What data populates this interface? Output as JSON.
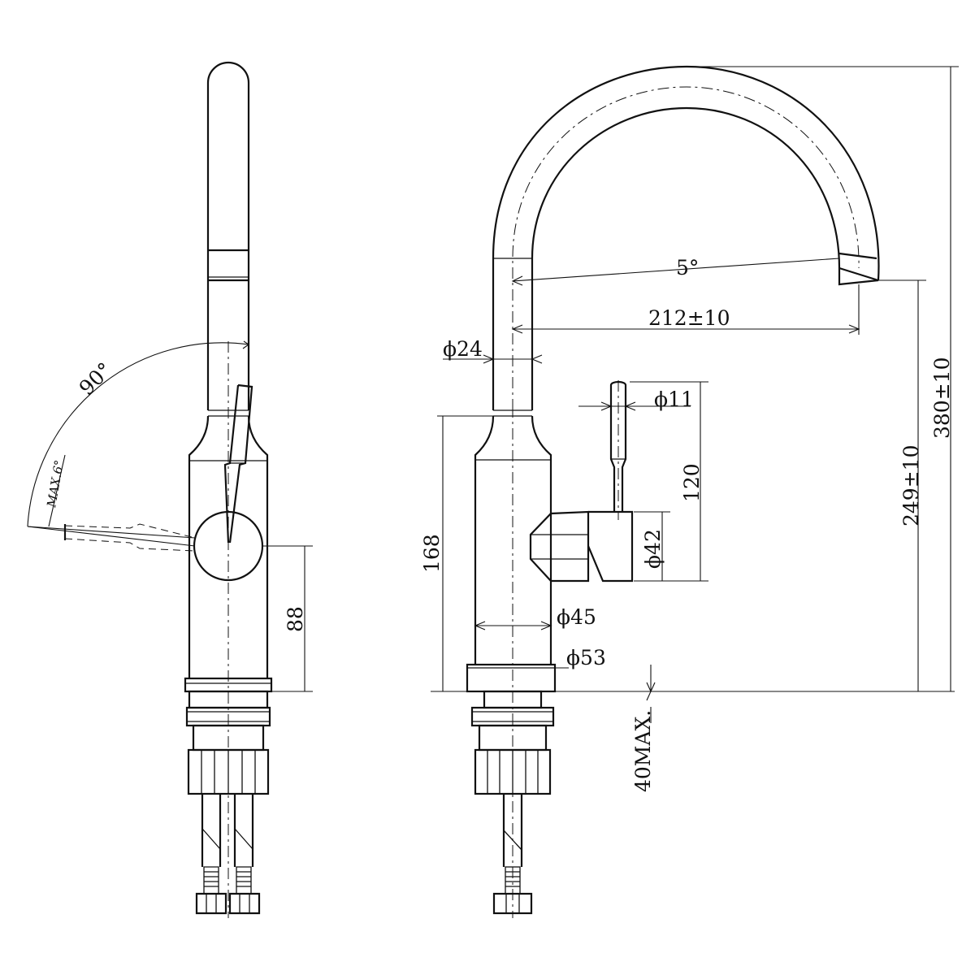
{
  "labels": {
    "handle_swing_angle": "90°",
    "max_angle": "MAX.6°",
    "handle_height": "88",
    "spout_tilt": "5°",
    "spout_reach": "212±10",
    "spout_diameter": "ϕ24",
    "lever_diameter": "ϕ11",
    "lever_height": "120",
    "body_height": "168",
    "spout_height": "249±10",
    "total_height": "380±10",
    "cartridge_diameter": "ϕ42",
    "body_diameter": "ϕ45",
    "base_diameter": "ϕ53",
    "max_counter_thickness": "40MAX."
  }
}
